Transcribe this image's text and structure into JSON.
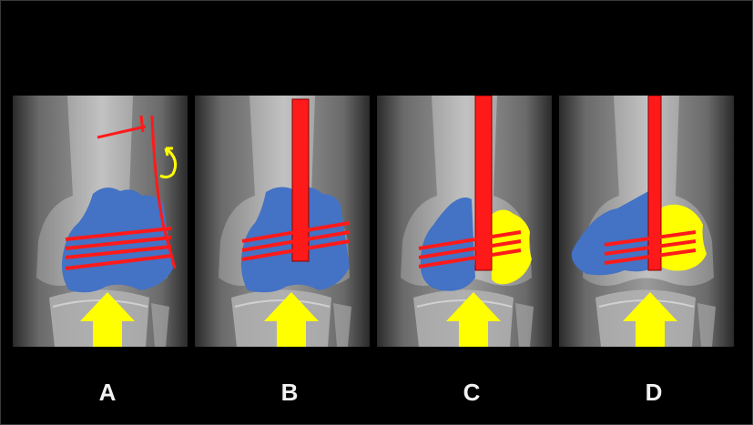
{
  "panels": [
    {
      "label": "A"
    },
    {
      "label": "B"
    },
    {
      "label": "C"
    },
    {
      "label": "D"
    }
  ],
  "colors": {
    "background": "#000000",
    "fragment_blue": "#4472c4",
    "fragment_yellow": "#ffff00",
    "hardware_red": "#ff1a1a",
    "force_arrow_yellow": "#ffff00"
  }
}
